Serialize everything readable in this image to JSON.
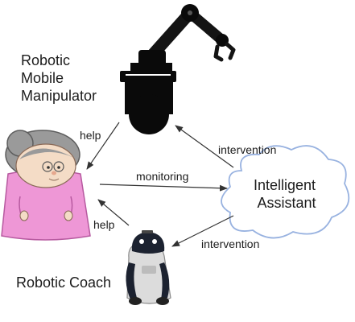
{
  "nodes": {
    "manipulator": {
      "label_lines": [
        "Robotic",
        "Mobile",
        "Manipulator"
      ]
    },
    "coach": {
      "label": "Robotic Coach"
    },
    "assistant": {
      "label_lines": [
        "Intelligent",
        "Assistant"
      ]
    },
    "elderly": {
      "label": ""
    }
  },
  "edges": {
    "manipulator_to_elderly": "help",
    "coach_to_elderly": "help",
    "elderly_to_assistant": "monitoring",
    "assistant_to_manipulator": "intervention",
    "assistant_to_coach": "intervention"
  },
  "colors": {
    "robot": "#0a0a0a",
    "robot_arm": "#141414",
    "skin": "#f4dcc6",
    "hair": "#9a9a9a",
    "dress": "#ee97d6",
    "dress_outline": "#b75aa0",
    "cloud_fill": "#ffffff",
    "cloud_outline": "#98b2e0",
    "arrow": "#333333",
    "coach_body": "#dcdcdc",
    "coach_dark": "#1c2230"
  }
}
